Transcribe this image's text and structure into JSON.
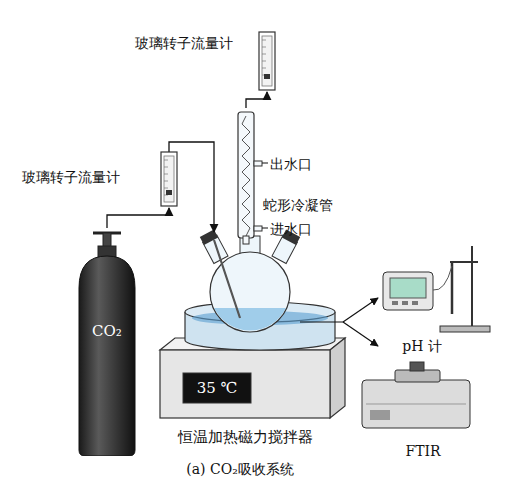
{
  "diagram": {
    "caption": "(a) CO₂吸收系统",
    "nodes": [
      {
        "text": [
          "CO₂"
        ]
      },
      {
        "text": [
          "玻璃转子流量计"
        ]
      },
      {
        "text": [
          "玻璃转子流量计"
        ]
      },
      {
        "text": [
          "蛇形冷凝管"
        ]
      },
      {
        "text": [
          "35 ℃",
          "恒温加热磁力搅拌器"
        ]
      },
      {
        "text": [
          "pH 计"
        ]
      },
      {
        "text": [
          "FTIR"
        ]
      }
    ],
    "edges": [
      {
        "from": 0,
        "to": 1,
        "arrow": "to"
      },
      {
        "from": 3,
        "to": 2,
        "arrow": "to"
      }
    ],
    "labels": [
      "出水口",
      "进水口"
    ]
  }
}
